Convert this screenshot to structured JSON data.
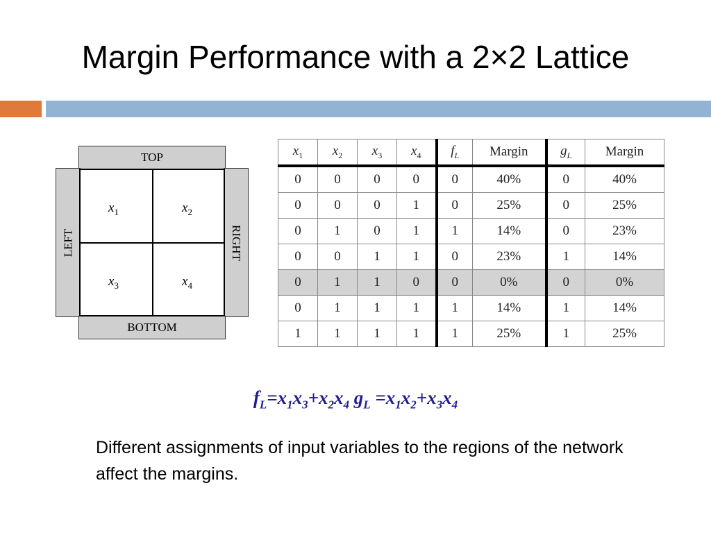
{
  "slide": {
    "title": "Margin Performance with a 2×2 Lattice",
    "caption": "Different assignments of input variables to the regions of the network affect the margins."
  },
  "lattice": {
    "top": "TOP",
    "bottom": "BOTTOM",
    "left": "LEFT",
    "right": "RIGHT",
    "cells": [
      {
        "var": "x",
        "sub": "1"
      },
      {
        "var": "x",
        "sub": "2"
      },
      {
        "var": "x",
        "sub": "3"
      },
      {
        "var": "x",
        "sub": "4"
      }
    ]
  },
  "table": {
    "headers": [
      {
        "main": "x",
        "sub": "1"
      },
      {
        "main": "x",
        "sub": "2"
      },
      {
        "main": "x",
        "sub": "3"
      },
      {
        "main": "x",
        "sub": "4"
      },
      {
        "main": "f",
        "sub": "L"
      },
      {
        "main": "Margin",
        "sub": ""
      },
      {
        "main": "g",
        "sub": "L"
      },
      {
        "main": "Margin",
        "sub": ""
      }
    ],
    "rows": [
      {
        "cells": [
          "0",
          "0",
          "0",
          "0",
          "0",
          "40%",
          "0",
          "40%"
        ],
        "highlighted": false
      },
      {
        "cells": [
          "0",
          "0",
          "0",
          "1",
          "0",
          "25%",
          "0",
          "25%"
        ],
        "highlighted": false
      },
      {
        "cells": [
          "0",
          "1",
          "0",
          "1",
          "1",
          "14%",
          "0",
          "23%"
        ],
        "highlighted": false
      },
      {
        "cells": [
          "0",
          "0",
          "1",
          "1",
          "0",
          "23%",
          "1",
          "14%"
        ],
        "highlighted": false
      },
      {
        "cells": [
          "0",
          "1",
          "1",
          "0",
          "0",
          "0%",
          "0",
          "0%"
        ],
        "highlighted": true
      },
      {
        "cells": [
          "0",
          "1",
          "1",
          "1",
          "1",
          "14%",
          "1",
          "14%"
        ],
        "highlighted": false
      },
      {
        "cells": [
          "1",
          "1",
          "1",
          "1",
          "1",
          "25%",
          "1",
          "25%"
        ],
        "highlighted": false
      }
    ],
    "highlight_color": "#d3d3d3"
  },
  "formula": {
    "f_name": "f",
    "f_sub": "L",
    "f_terms": [
      {
        "v": "x",
        "s": "1"
      },
      {
        "v": "x",
        "s": "3"
      },
      {
        "op": "+"
      },
      {
        "v": "x",
        "s": "2"
      },
      {
        "v": "x",
        "s": "4"
      }
    ],
    "g_name": "g",
    "g_sub": "L",
    "g_terms": [
      {
        "v": "x",
        "s": "1"
      },
      {
        "v": "x",
        "s": "2"
      },
      {
        "op": "+"
      },
      {
        "v": "x",
        "s": "3"
      },
      {
        "v": "x",
        "s": "4"
      }
    ],
    "color": "#1f1f8f"
  },
  "colors": {
    "accent_orange": "#e07a3c",
    "accent_blue": "#92b3d3"
  }
}
